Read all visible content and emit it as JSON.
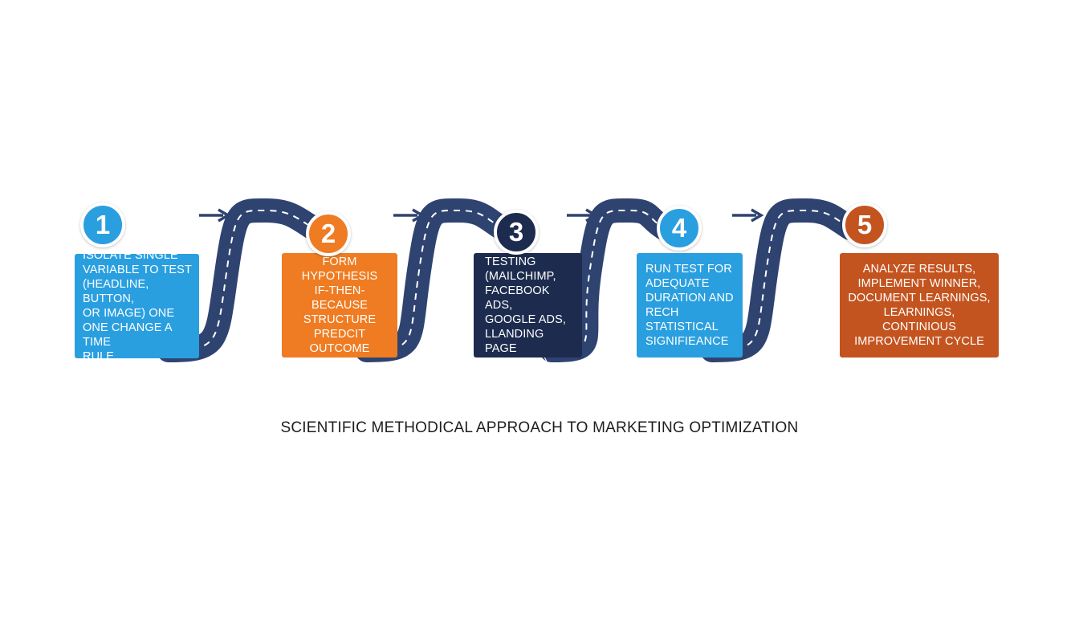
{
  "colors": {
    "road": "#2f4370",
    "road_dash": "#ffffff",
    "arrow": "#2f4370",
    "caption": "#1e1e1e"
  },
  "steps": [
    {
      "number": "1",
      "text": "ISOLATE SINGLE\nVARIABLE TO TEST\n(HEADLINE, BUTTON,\nOR IMAGE) ONE\nONE CHANGE A TIME\nRULE",
      "box_color": "#2a9fe0",
      "badge_color": "#2a9fe0"
    },
    {
      "number": "2",
      "text": "FORM HYPOTHESIS\nIF-THEN-BECAUSE\nSTRUCTURE\nPREDCIT OUTCOME",
      "box_color": "#ef7c22",
      "badge_color": "#ef7c22"
    },
    {
      "number": "3",
      "text": "CHOOSE TESTING\n(MAILCHIMP,\nFACEBOOK ADS,\nGOOGLE ADS,\nLLANDING PAGE\nBUILDERS)",
      "box_color": "#1c2b4e",
      "badge_color": "#1c2b4e"
    },
    {
      "number": "4",
      "text": "RUN TEST FOR\nADEQUATE\nDURATION AND\nREСH STATISTICAL\nSIGNIFIEANCE",
      "box_color": "#2a9fe0",
      "badge_color": "#2a9fe0"
    },
    {
      "number": "5",
      "text": "ANALYZE RESULTS,\nIMPLEMENT WINNER,\nDOCUMENT LEARNINGS,\nLEARNINGS, CONTINIOUS\nIMPROVEMENT CYCLE",
      "box_color": "#c4541f",
      "badge_color": "#c4541f"
    }
  ],
  "caption": "SCIENTIFIC METHODICAL APPROACH TO MARKETING OPTIMIZATION"
}
